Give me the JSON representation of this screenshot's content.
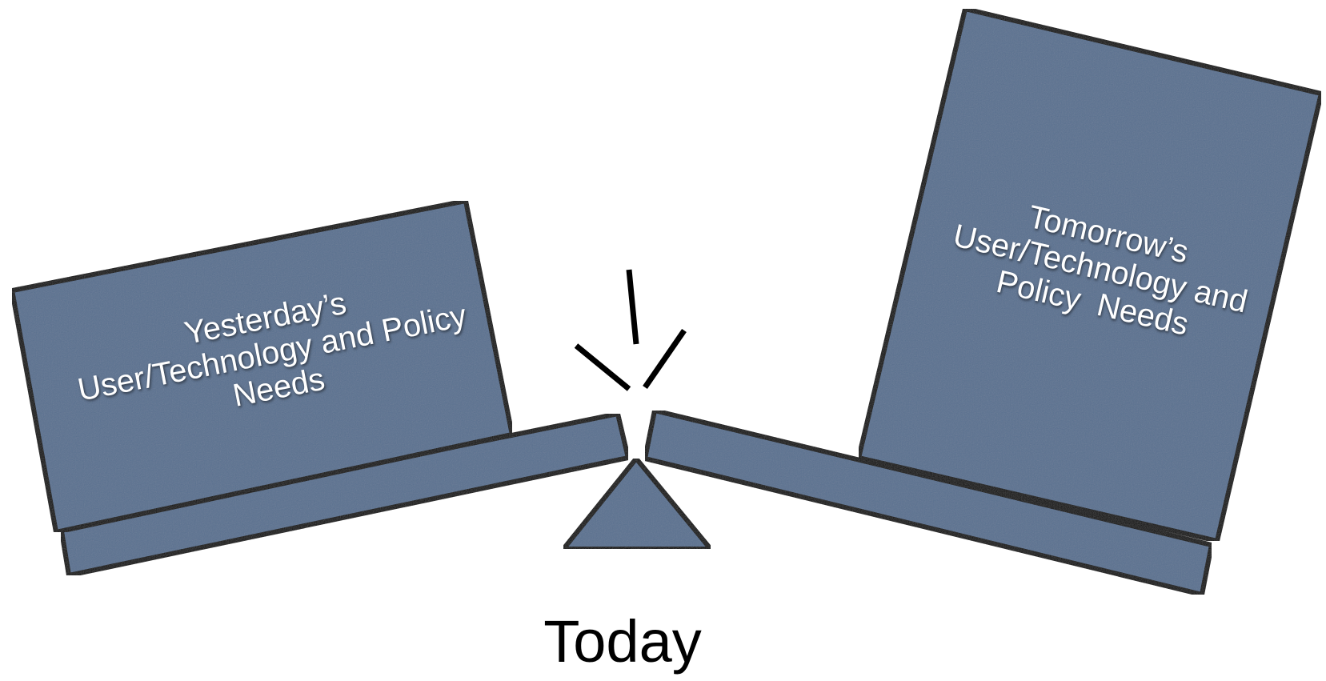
{
  "diagram": {
    "left_box": {
      "lines": [
        "Yesterday’s",
        "User/Technology and Policy",
        "Needs"
      ]
    },
    "right_box": {
      "lines": [
        "Tomorrow’s",
        "User/Technology and",
        "Policy  Needs"
      ]
    },
    "fulcrum_label": "Today",
    "colors": {
      "fill": "#5a7190",
      "stroke": "#000000",
      "text": "#ffffff",
      "background": "#ffffff"
    }
  }
}
